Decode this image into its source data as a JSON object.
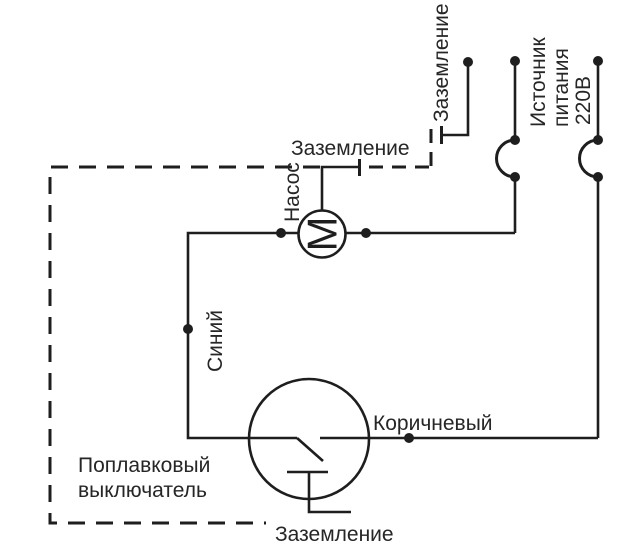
{
  "diagram": {
    "type": "electrical-schematic",
    "subject": "float-switch-pump-wiring",
    "colors": {
      "background": "#ffffff",
      "line": "#1e1e1e",
      "text": "#262626"
    },
    "labels": {
      "ground_top_vertical": "Заземление",
      "ground_motor": "Заземление",
      "ground_bottom": "Заземление",
      "pump": "Насос",
      "motor_symbol": "M",
      "power_source_word1": "Источник",
      "power_source_word2": "питания",
      "power_source_word3": "220В",
      "wire_blue": "Синий",
      "wire_brown": "Коричневый",
      "float_switch_word1": "Поплавковый",
      "float_switch_word2": "выключатель"
    }
  }
}
